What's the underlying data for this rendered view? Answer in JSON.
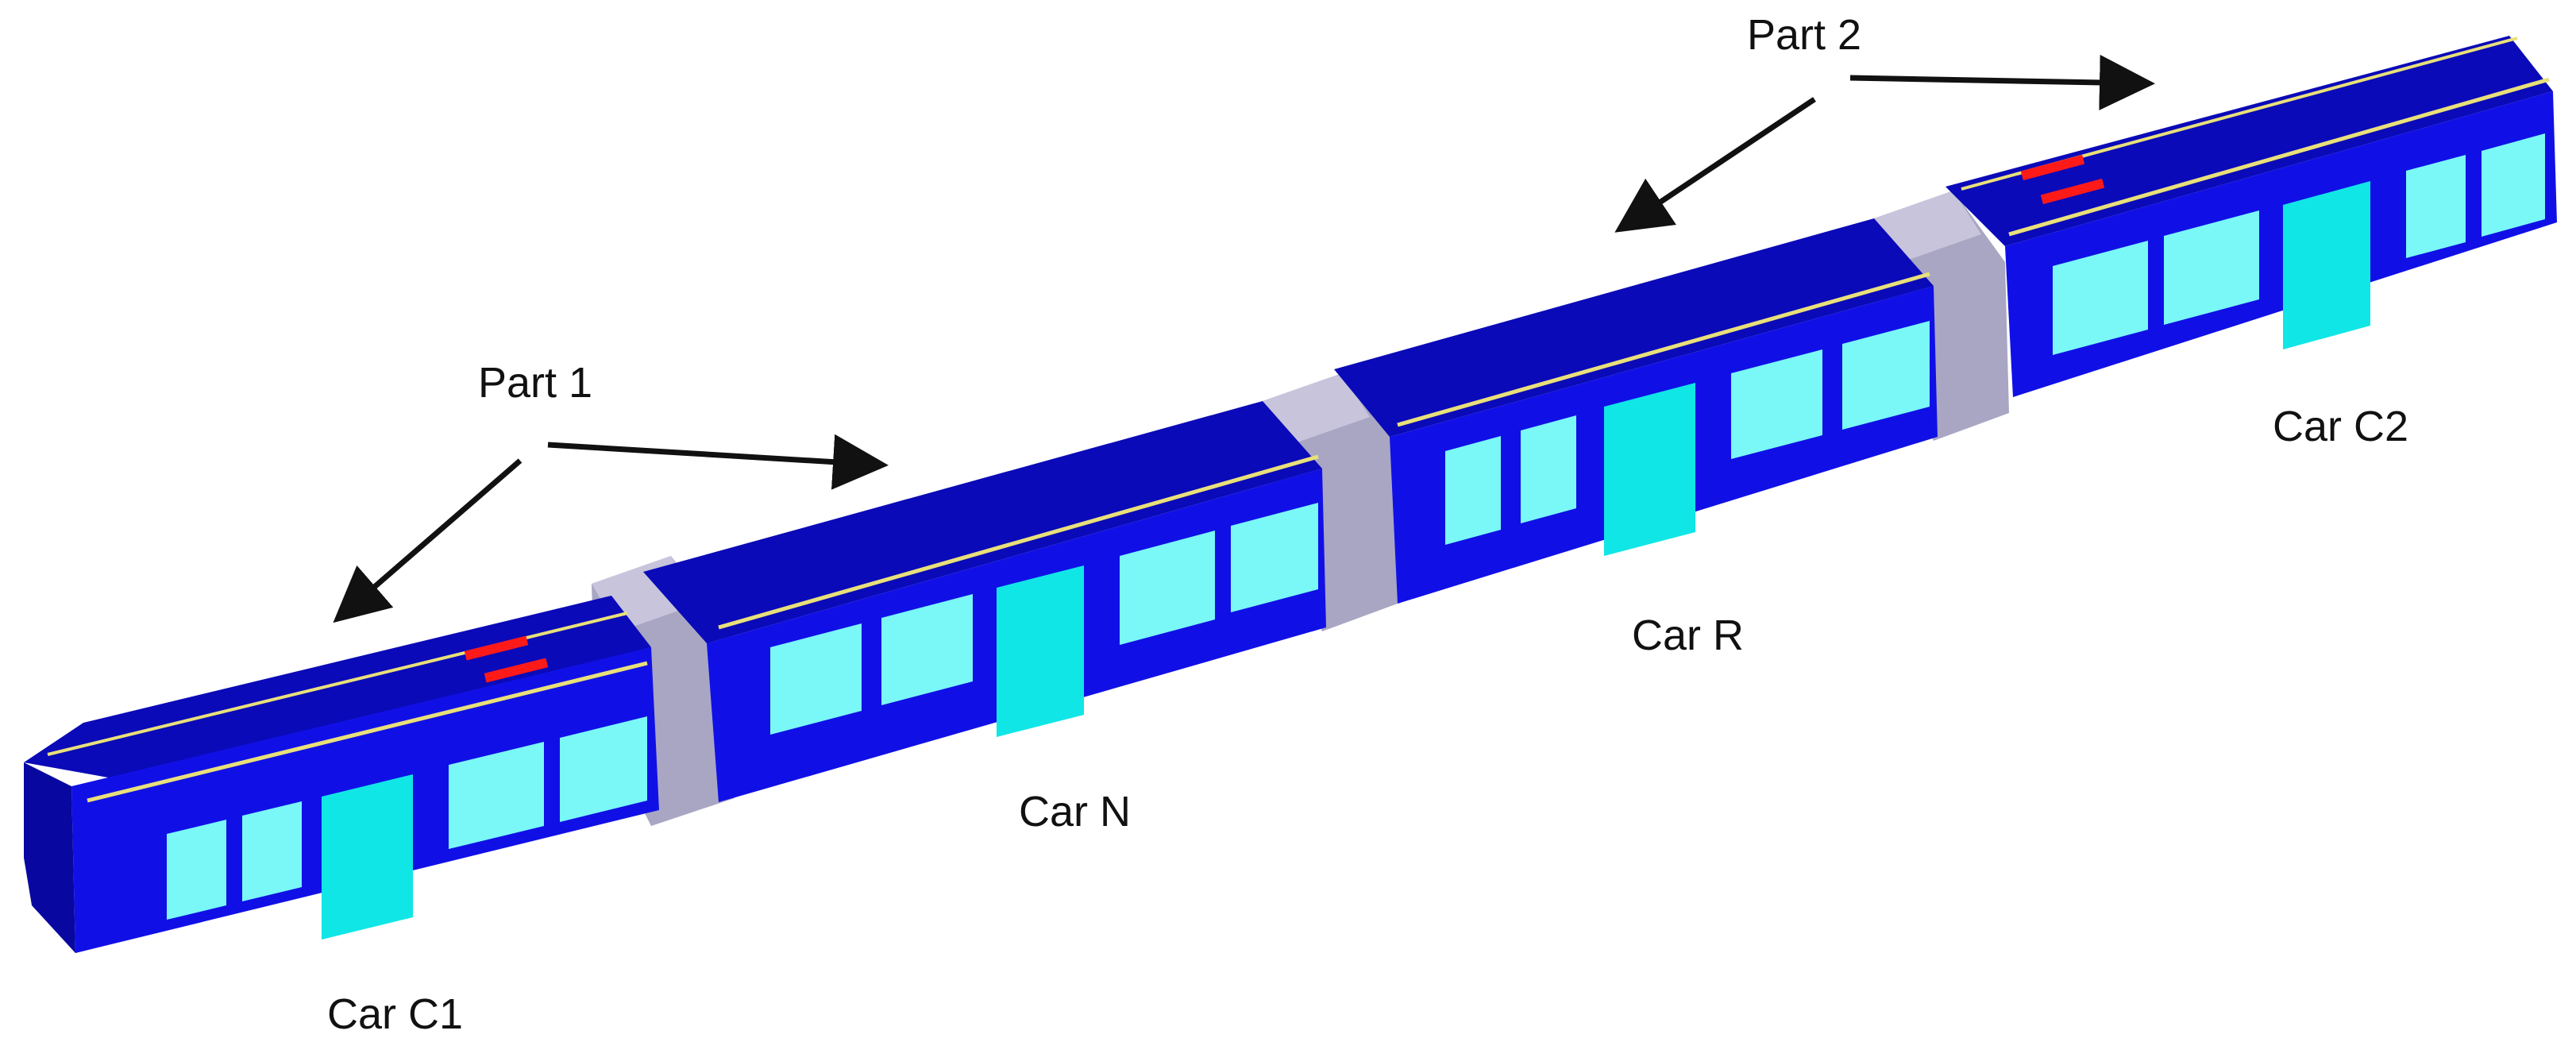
{
  "labels": {
    "part1": "Part 1",
    "part2": "Part 2",
    "car_c1": "Car C1",
    "car_n": "Car N",
    "car_r": "Car R",
    "car_c2": "Car C2"
  },
  "colors": {
    "body_blue": "#1010e6",
    "roof_blue": "#0a0ab8",
    "window_cyan": "#7af7f7",
    "door_cyan": "#11e6e6",
    "gangway_gray": "#a9a6c4",
    "stripe_yellow": "#e9e07a",
    "marker_red": "#ff1a1a",
    "arrow": "#111111"
  }
}
